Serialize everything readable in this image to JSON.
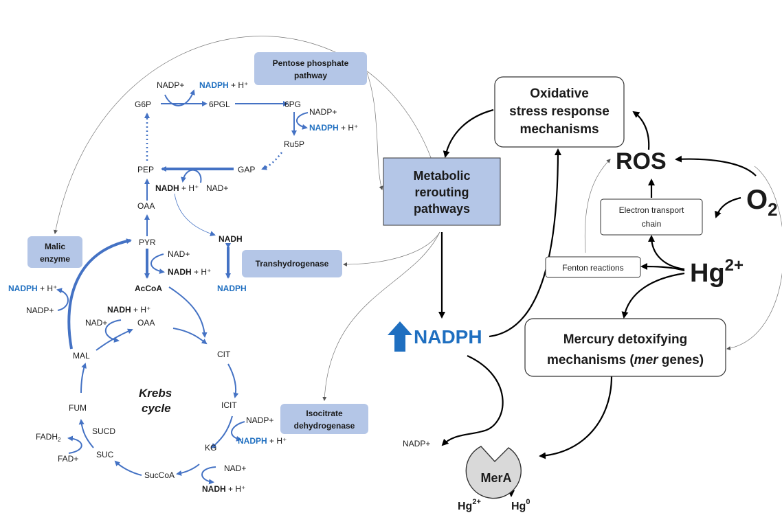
{
  "labels": {
    "ppp_line1": "Pentose phosphate",
    "ppp_line2": "pathway",
    "malic_line1": "Malic",
    "malic_line2": "enzyme",
    "transhydrogenase": "Transhydrogenase",
    "isocitrate_line1": "Isocitrate",
    "isocitrate_line2": "dehydrogenase",
    "metabolic_line1": "Metabolic",
    "metabolic_line2": "rerouting",
    "metabolic_line3": "pathways",
    "oxidative_line1": "Oxidative",
    "oxidative_line2": "stress response",
    "oxidative_line3": "mechanisms",
    "mercury_line1": "Mercury detoxifying",
    "mercury_line2_prefix": "mechanisms (",
    "mercury_line2_italic": "mer",
    "mercury_line2_suffix": " genes)",
    "etc_line1": "Electron transport",
    "etc_line2": "chain",
    "fenton": "Fenton reactions",
    "ros": "ROS",
    "o2": "O",
    "o2_sub": "2",
    "hg_big": "Hg",
    "hg_big_sup": "2+",
    "nadph_big": "NADPH",
    "mera": "MerA",
    "hg2_bottom": "Hg",
    "hg2_bottom_sup": "2+",
    "hg0_bottom": "Hg",
    "hg0_bottom_sup": "0",
    "nadp_plus_mera": "NADP+"
  },
  "metabolites": {
    "g6p": "G6P",
    "pgl6": "6PGL",
    "pg6": "6PG",
    "ru5p": "Ru5P",
    "gap": "GAP",
    "pep": "PEP",
    "oaa_top": "OAA",
    "pyr": "PYR",
    "accoa": "AcCoA",
    "oaa_cycle": "OAA",
    "cit": "CIT",
    "icit": "ICIT",
    "kg": "KG",
    "succoa": "SucCoA",
    "suc": "SUC",
    "fum": "FUM",
    "mal": "MAL",
    "sucd": "SUCD",
    "krebs1": "Krebs",
    "krebs2": "cycle"
  },
  "cofactors": {
    "nadp_plus": "NADP+",
    "nadph": "NADPH",
    "h_plus": " + H⁺",
    "nadh": "NADH",
    "nad_plus": "NAD+",
    "fad_plus": "FAD+",
    "fadh": "FADH",
    "fadh_sub": "2"
  }
}
